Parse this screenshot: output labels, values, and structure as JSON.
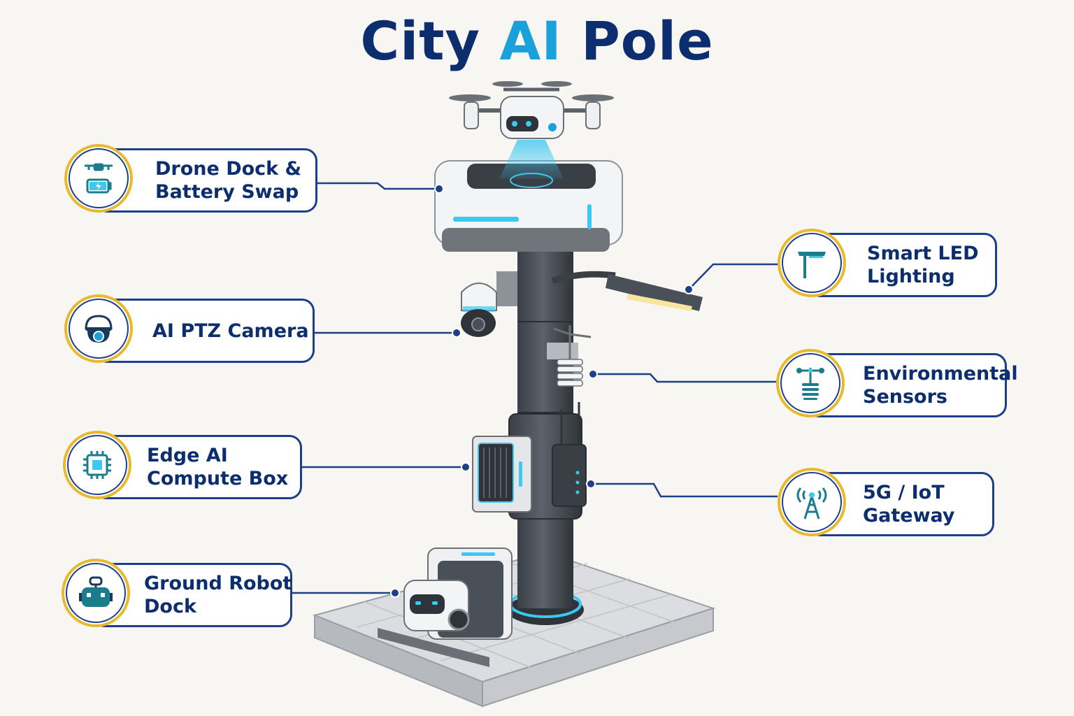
{
  "title": {
    "part1": "City",
    "part2": "AI",
    "part3": "Pole"
  },
  "callouts": {
    "drone_dock": {
      "label": "Drone Dock &\nBattery Swap",
      "icon": "drone-battery-icon"
    },
    "ptz_camera": {
      "label": "AI PTZ Camera",
      "icon": "dome-camera-icon"
    },
    "edge_ai": {
      "label": "Edge AI\nCompute Box",
      "icon": "chip-icon"
    },
    "robot_dock": {
      "label": "Ground Robot\nDock",
      "icon": "robot-icon"
    },
    "smart_led": {
      "label": "Smart LED\nLighting",
      "icon": "street-lamp-icon"
    },
    "env_sensors": {
      "label": "Environmental\nSensors",
      "icon": "weather-station-icon"
    },
    "gateway": {
      "label": "5G / IoT\nGateway",
      "icon": "antenna-tower-icon"
    }
  },
  "colors": {
    "navy": "#0c2e6e",
    "accent": "#1aa0db",
    "ring": "#e8b92a",
    "teal": "#1a7d8c",
    "pole": "#4a5058",
    "glow": "#3cc8f0"
  }
}
